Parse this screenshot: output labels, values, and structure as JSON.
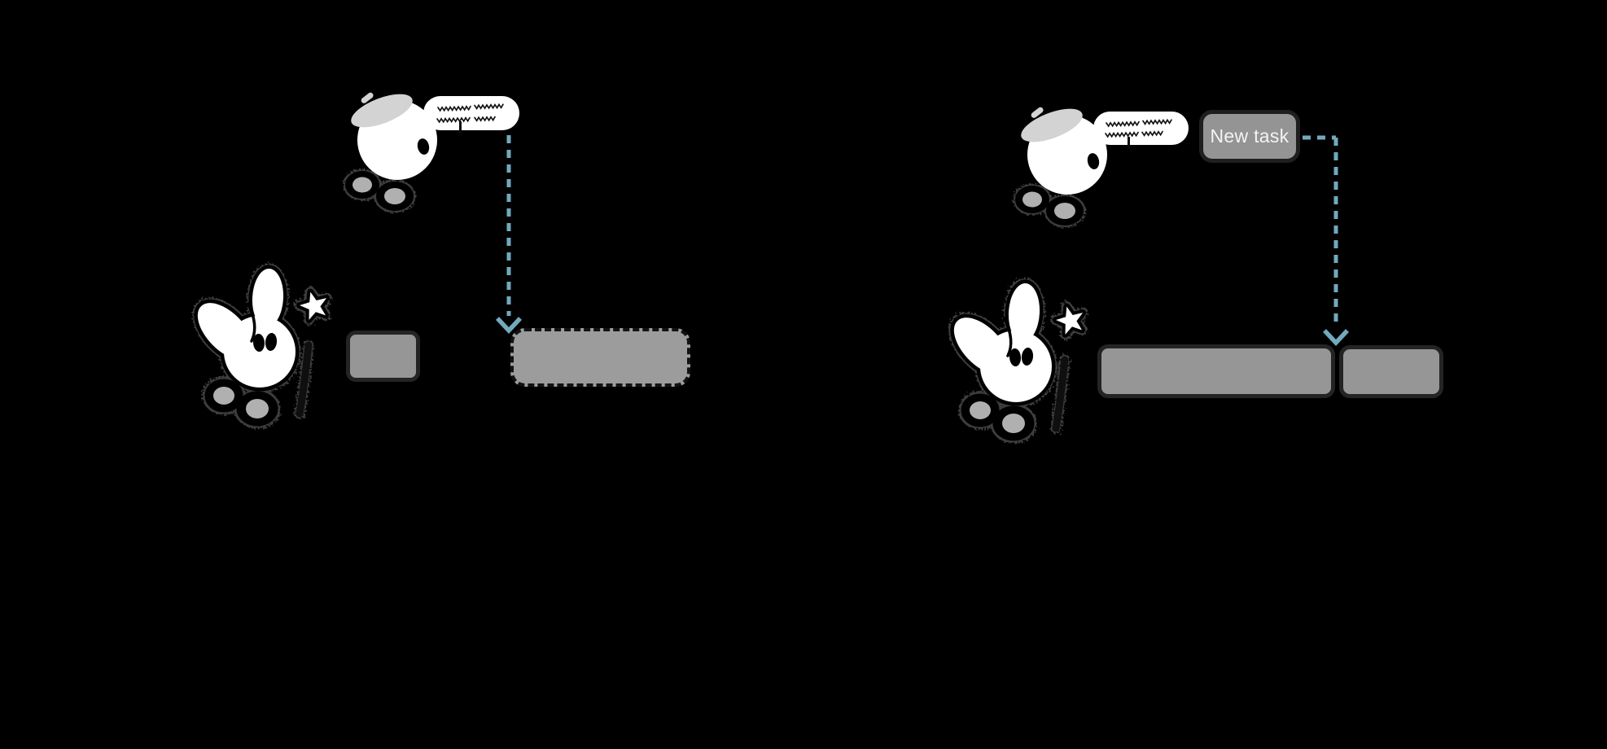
{
  "palette": {
    "background": "#000000",
    "arrow_teal": "#72a9bc",
    "block_fill": "#969696",
    "block_border": "#242424",
    "placeholder_fill": "#9c9c9c",
    "placeholder_dash": "#121212",
    "button_fill": "#949494",
    "button_border": "#1f1f1f",
    "button_text_color": "#f3f3f3",
    "bubble_white": "#ffffff",
    "scribble_black": "#141414",
    "beret_gray": "#d3d3d3",
    "feet_gray": "#b0b0b0",
    "character_white": "#ffffff"
  },
  "scene_before": {
    "name": "before",
    "bird": "beret-bird-speaking",
    "speech": "scribble-placeholder-text",
    "rabbit": "magician-rabbit-with-wand",
    "arrow": "dashed-arrow-from-speech-to-placeholder",
    "blocks": {
      "existing_task_block": "",
      "incoming_placeholder_block": ""
    }
  },
  "scene_after": {
    "name": "after",
    "bird": "beret-bird-speaking",
    "speech": "scribble-placeholder-text",
    "new_task_label": "New task",
    "rabbit": "magician-rabbit-with-wand",
    "arrow": "dashed-elbow-arrow-from-new-task-to-timeline",
    "blocks": {
      "long_task_block": "",
      "appended_task_block": ""
    }
  }
}
